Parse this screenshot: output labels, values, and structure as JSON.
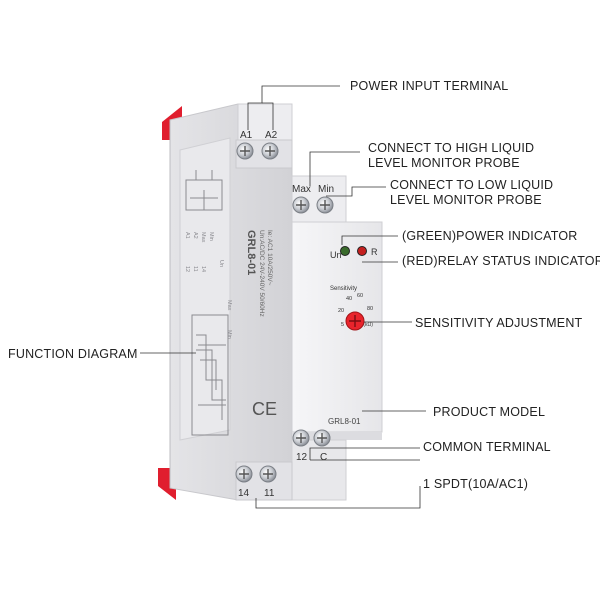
{
  "callouts": {
    "power_input_terminal": "POWER INPUT TERMINAL",
    "high_probe_line1": "CONNECT TO HIGH LIQUID",
    "high_probe_line2": "LEVEL MONITOR PROBE",
    "low_probe_line1": "CONNECT TO LOW LIQUID",
    "low_probe_line2": "LEVEL MONITOR PROBE",
    "power_indicator": "(GREEN)POWER INDICATOR",
    "relay_indicator": "(RED)RELAY STATUS INDICATOR",
    "sensitivity_adjustment": "SENSITIVITY ADJUSTMENT",
    "function_diagram": "FUNCTION DIAGRAM",
    "product_model": "PRODUCT MODEL",
    "common_terminal": "COMMON TERMINAL",
    "spdt": "1 SPDT(10A/AC1)"
  },
  "device": {
    "terminals": {
      "a1": "A1",
      "a2": "A2",
      "max": "Max",
      "min": "Min",
      "t12": "12",
      "c": "C",
      "t14": "14",
      "t11": "11"
    },
    "front_model": "GRL8-01",
    "indicators": {
      "un": "Un",
      "r": "R"
    },
    "sensitivity_label": "Sensitivity",
    "dial_scale": [
      "5",
      "20",
      "40",
      "60",
      "80",
      "100(kΩ)"
    ],
    "ce_mark": "CE",
    "side_model": "GRL8-01",
    "side_spec1": "Un:AC/DC 24V-240V 50/60Hz",
    "side_spec2": "Ie: AC1 10A/250V~",
    "diagram_labels": [
      "A1",
      "A2",
      "Max",
      "Min",
      "12",
      "11",
      "14",
      "Un",
      "Max",
      "Min"
    ]
  },
  "colors": {
    "body": "#f0f0f2",
    "body_shadow": "#d9d9dc",
    "red_tab": "#e01e2e",
    "dial": "#e8242c",
    "power_led": "#3a6b2c",
    "relay_led": "#c42020",
    "line": "#333333"
  }
}
